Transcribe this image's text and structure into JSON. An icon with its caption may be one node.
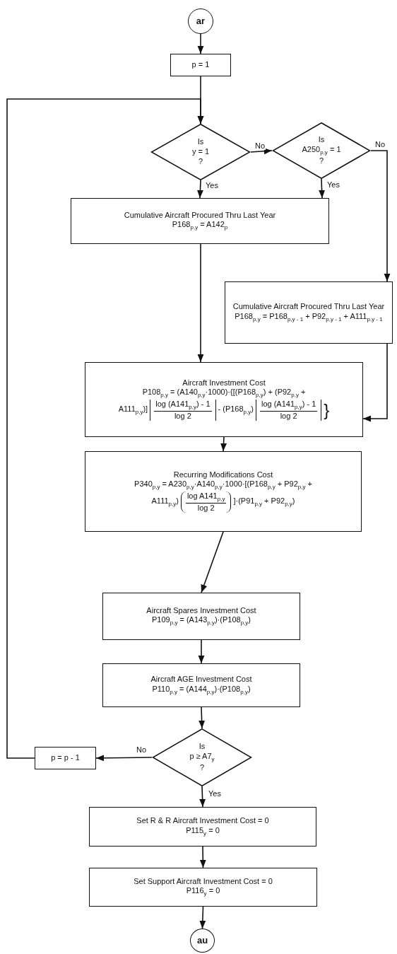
{
  "diagram": {
    "nodes": [
      {
        "text": [
          "ar"
        ]
      },
      {
        "text": [
          "p = 1"
        ]
      },
      {
        "text": [
          "Is",
          "y = 1",
          "?"
        ]
      },
      {
        "text": [
          "Is",
          "A250$_{p,y}$ = 1",
          "?"
        ]
      },
      {
        "text": [
          "Cumulative Aircraft Procured Thru Last Year",
          "P168$_{p,y}$ = A142$_{p}$"
        ]
      },
      {
        "text": [
          "Cumulative Aircraft Procured Thru Last Year",
          "P168$_{p,y}$ = P168$_{p,y - 1}$ + P92$_{p,y - 1}$ + A111$_{p,y - 1}$"
        ]
      },
      {
        "text": [
          "Aircraft Investment Cost",
          "P108$_{p,y}$ = (A140$_{p,y}$·1000)·{[(P168$_{p,y}$) + (P92$_{p,y}$ +",
          "A111$_{p,y}$)]",
          "log (A141$_{p,y}$) - 1",
          "log 2",
          "- (P168$_{p,y}$)",
          "log (A141$_{p,y}$) - 1",
          "log 2",
          "}"
        ]
      },
      {
        "text": [
          "Recurring Modifications Cost",
          "P340$_{p,y}$ = A230$_{p,y}$·A140$_{p,y}$·1000·[(P168$_{p,y}$ + P92$_{p,y}$ +",
          "A111$_{p,y}$)",
          "log A141$_{p,y}$",
          "log 2",
          "]·(P91$_{p,y}$ + P92$_{p,y}$)"
        ]
      },
      {
        "text": [
          "Aircraft Spares Investment Cost",
          "P109$_{p,y}$ = (A143$_{p,y}$)·(P108$_{p,y}$)"
        ]
      },
      {
        "text": [
          "Aircraft AGE Investment Cost",
          "P110$_{p,y}$ = (A144$_{p,y}$)·(P108$_{p,y}$)"
        ]
      },
      {
        "text": [
          "Is",
          "p ≥ A7$_{y}$",
          "?"
        ]
      },
      {
        "text": [
          "p = p - 1"
        ]
      },
      {
        "text": [
          "Set R & R Aircraft Investment Cost = 0",
          "P115$_{y}$ = 0"
        ]
      },
      {
        "text": [
          "Set Support Aircraft Investment Cost = 0",
          "P116$_{y}$ = 0"
        ]
      },
      {
        "text": [
          "au"
        ]
      }
    ],
    "edges": [
      {
        "from": 0,
        "to": 1,
        "arrow": "to"
      },
      {
        "from": 1,
        "to": 2,
        "arrow": "to"
      },
      {
        "from": 11,
        "to": 2,
        "arrow": "to"
      },
      {
        "from": 2,
        "to": 3,
        "arrow": "to",
        "label": "No"
      },
      {
        "from": 2,
        "to": 4,
        "arrow": "to",
        "label": "Yes"
      },
      {
        "from": 3,
        "to": 4,
        "arrow": "to",
        "label": "Yes"
      },
      {
        "from": 3,
        "to": 5,
        "arrow": "to",
        "label": "No"
      },
      {
        "from": 4,
        "to": 6,
        "arrow": "to"
      },
      {
        "from": 5,
        "to": 6,
        "arrow": "to"
      },
      {
        "from": 6,
        "to": 7,
        "arrow": "to"
      },
      {
        "from": 7,
        "to": 8,
        "arrow": "to"
      },
      {
        "from": 8,
        "to": 9,
        "arrow": "to"
      },
      {
        "from": 9,
        "to": 10,
        "arrow": "to"
      },
      {
        "from": 10,
        "to": 11,
        "arrow": "to",
        "label": "No"
      },
      {
        "from": 10,
        "to": 12,
        "arrow": "to",
        "label": "Yes"
      },
      {
        "from": 12,
        "to": 13,
        "arrow": "to"
      },
      {
        "from": 13,
        "to": 14,
        "arrow": "to"
      }
    ]
  }
}
